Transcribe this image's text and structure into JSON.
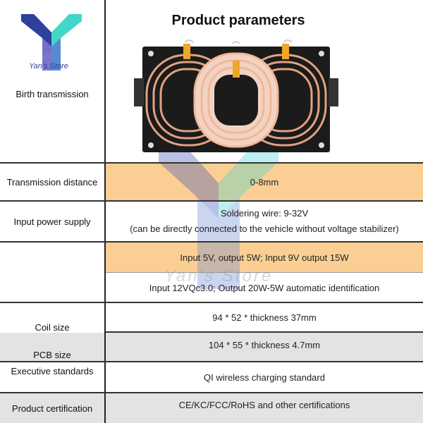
{
  "brand": {
    "store_name": "Yan's Store",
    "watermark_text": "Yan's Store"
  },
  "title": "Product parameters",
  "rows": [
    {
      "label": "Birth transmission"
    },
    {
      "label": "Transmission distance",
      "value": "0-8mm"
    },
    {
      "label": "Input power supply",
      "value_line1": "Soldering wire: 9-32V",
      "value_line2": "(can be directly connected to the vehicle without voltage stabilizer)"
    },
    {
      "label": "",
      "value_line1": "Input 5V, output 5W; Input 9V output 15W",
      "value_line2": "Input 12VQc3.0; Output 20W-5W automatic identification"
    },
    {
      "label": "Coil size",
      "value": "94 * 52 * thickness 37mm"
    },
    {
      "label": "PCB size",
      "value": "104 * 55 * thickness 4.7mm"
    },
    {
      "label": "Executive standards",
      "value": "QI wireless charging standard"
    },
    {
      "label": "Product certification",
      "value": "CE/KC/FCC/RoHS and other certifications"
    }
  ],
  "colors": {
    "highlight_orange": "#fbcf94",
    "row_grey": "#e3e3e3",
    "logo_blue": "#3a4fb5",
    "logo_cyan": "#3fd6d0"
  }
}
